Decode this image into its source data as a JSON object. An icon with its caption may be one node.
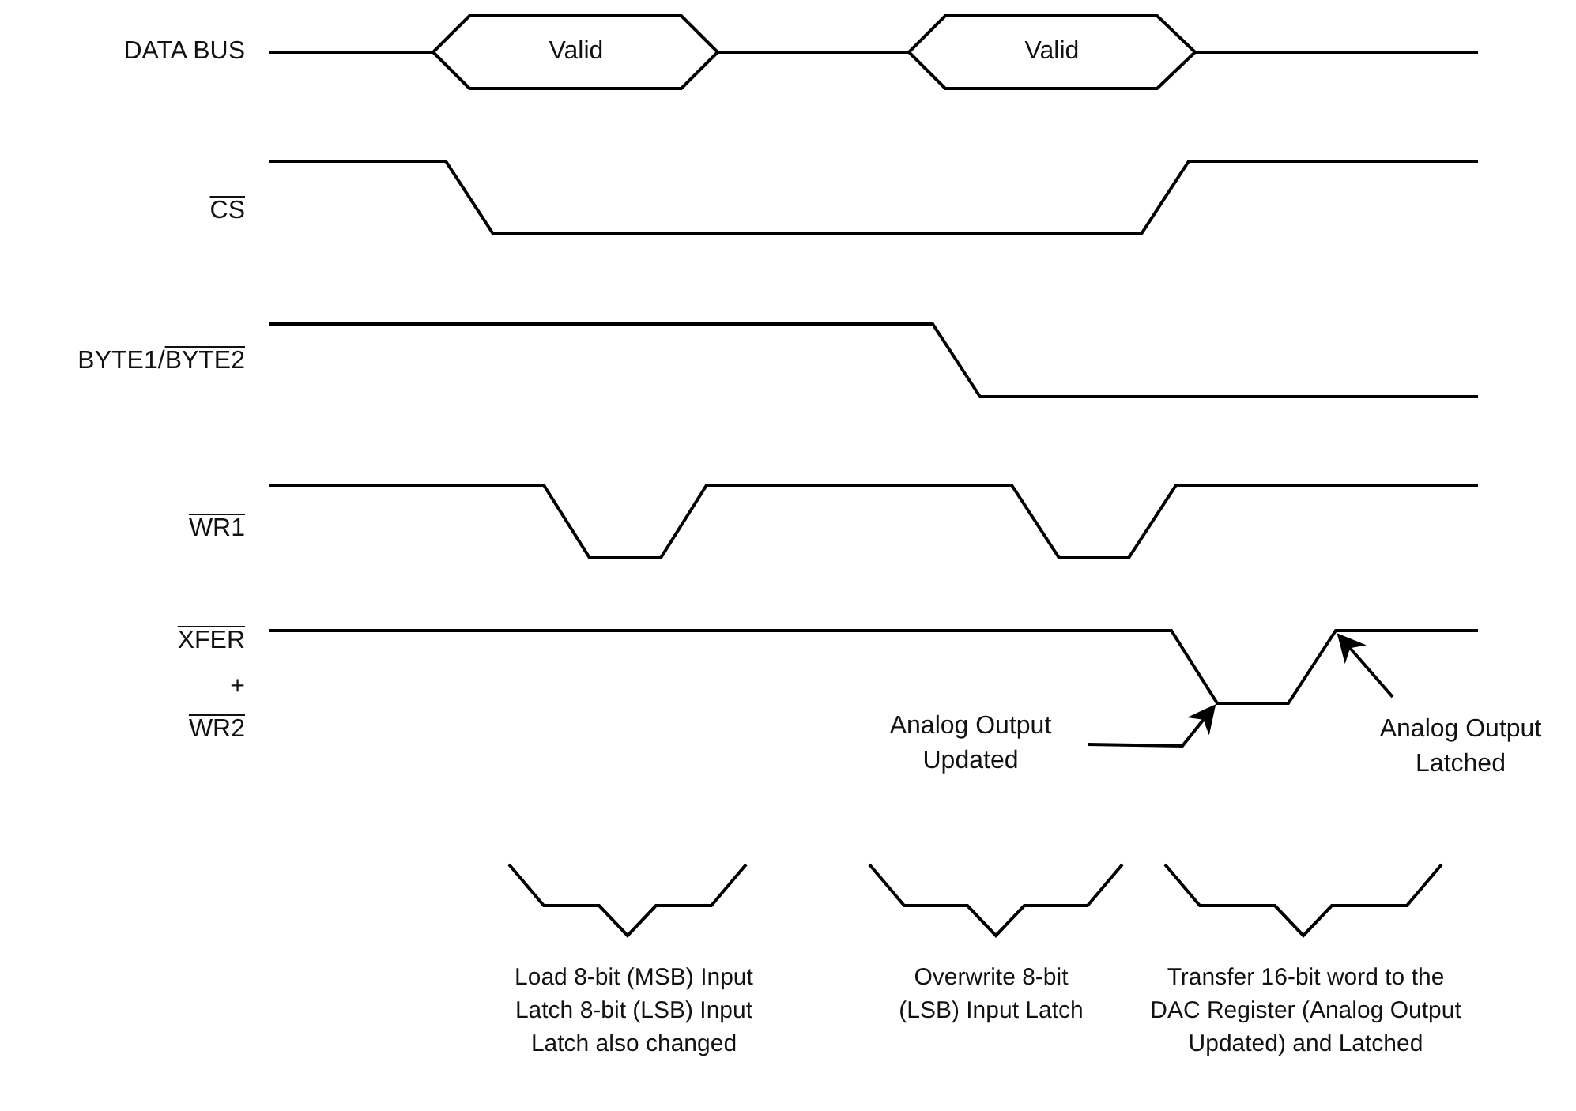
{
  "diagram": {
    "nodes": [
      {
        "text": [
          "Analog Output Updated"
        ]
      },
      {
        "text": [
          "Analog Output Latched"
        ]
      }
    ],
    "edges": [
      {
        "from": 0,
        "to": null,
        "arrow": "to"
      },
      {
        "from": 1,
        "to": null,
        "arrow": "to"
      }
    ],
    "labels": [
      "DATA BUS",
      "Valid",
      "Valid",
      "CS",
      "BYTE1/BYTE2",
      "WR1",
      "XFER",
      "+",
      "WR2",
      "Load 8-bit (MSB) Input Latch 8-bit (LSB) Input Latch also changed",
      "Overwrite 8-bit (LSB) Input Latch",
      "Transfer 16-bit word to the DAC Register (Analog Output Updated) and Latched"
    ]
  }
}
